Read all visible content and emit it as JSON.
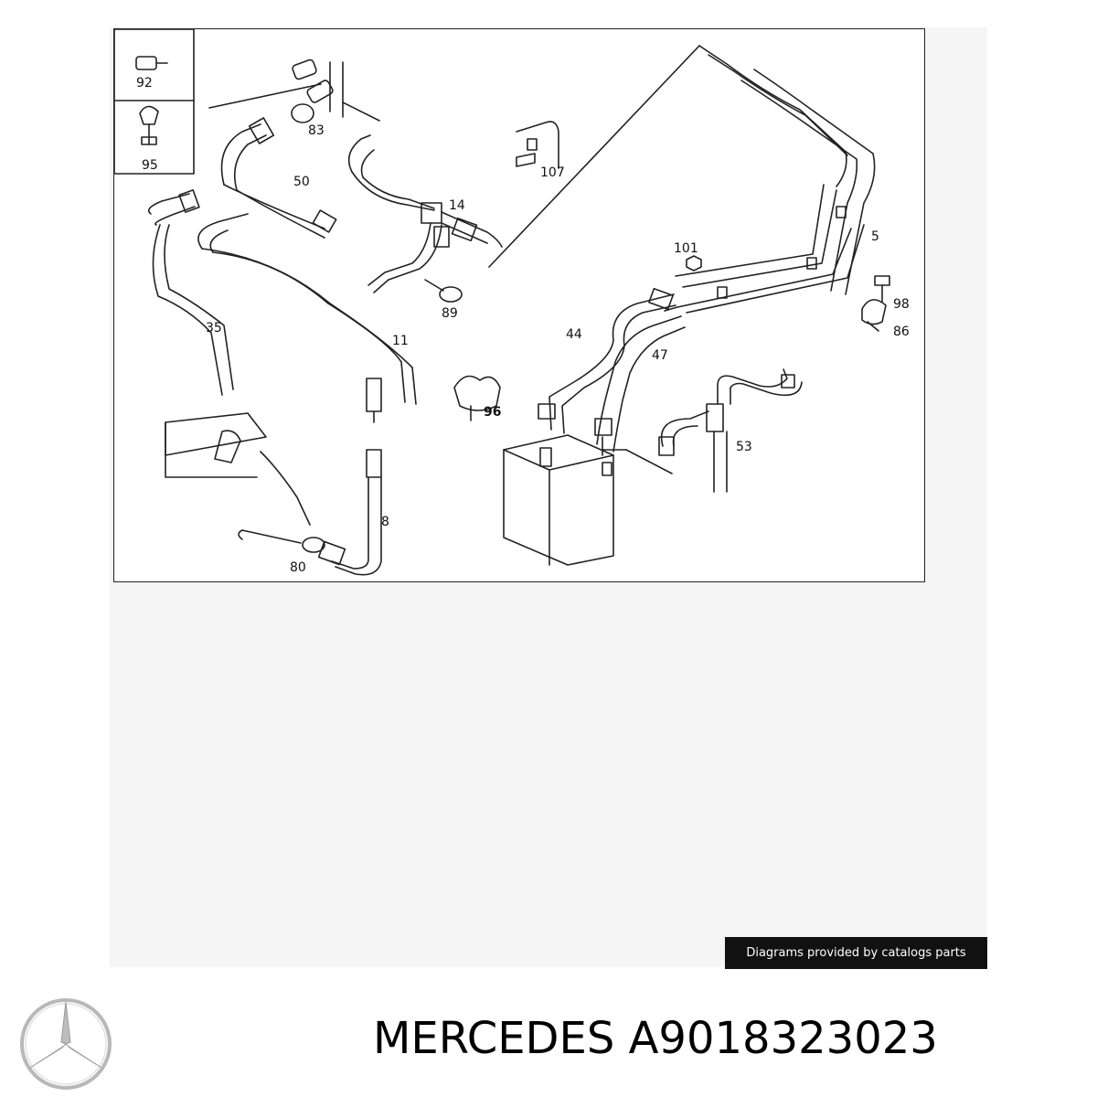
{
  "callouts": {
    "c92": "92",
    "c95": "95",
    "c83": "83",
    "c107": "107",
    "c50": "50",
    "c14": "14",
    "c89": "89",
    "c101": "101",
    "c5": "5",
    "c98": "98",
    "c86": "86",
    "c35": "35",
    "c11": "11",
    "c44": "44",
    "c47": "47",
    "c96": "96",
    "c53": "53",
    "c8": "8",
    "c80": "80"
  },
  "credit_text": "Diagrams provided by catalogs parts",
  "footer": {
    "brand": "MERCEDES",
    "part_number": "A9018323023"
  },
  "colors": {
    "panel": "#f5f5f5",
    "line": "#222222",
    "credit_bg": "#111111"
  },
  "logo_icon": "mercedes-star-icon"
}
